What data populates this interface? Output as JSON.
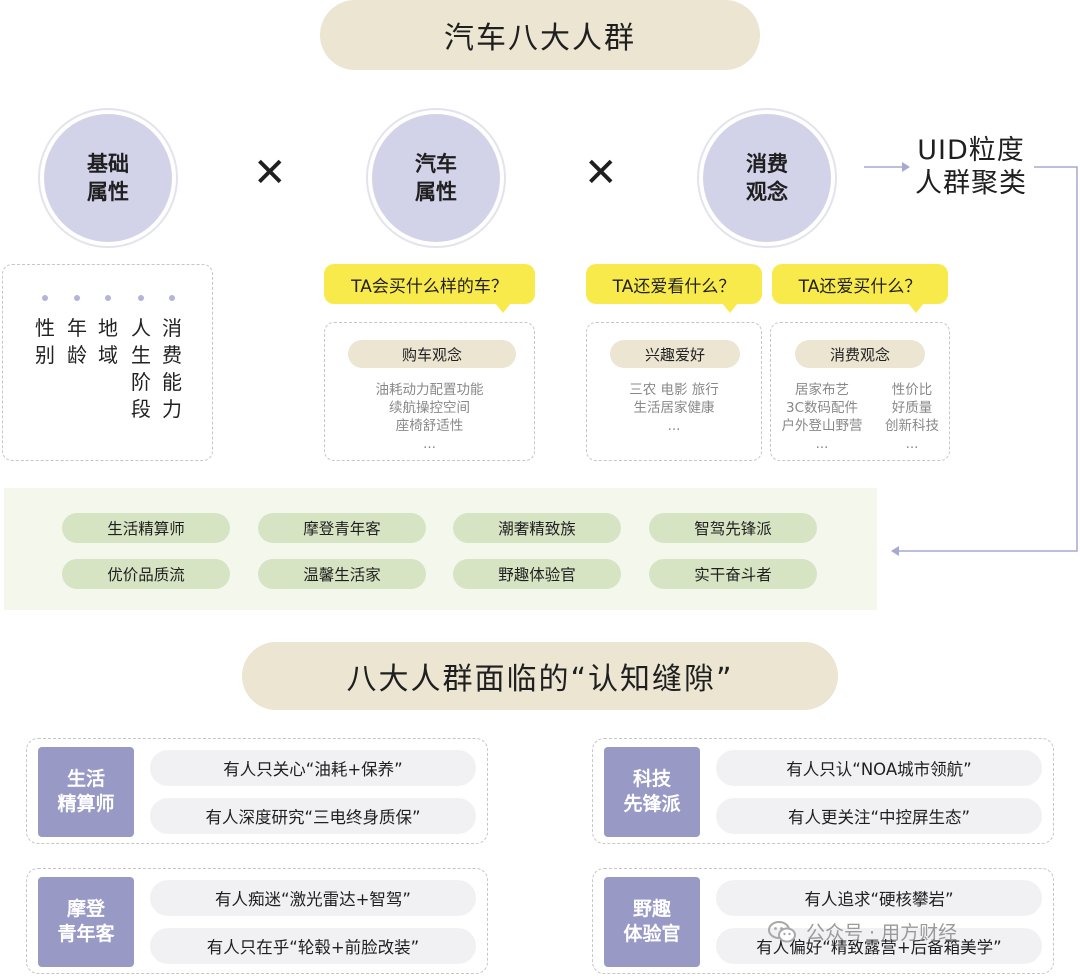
{
  "title": "汽车八大人群",
  "circles": [
    {
      "line1": "基础",
      "line2": "属性"
    },
    {
      "line1": "汽车",
      "line2": "属性"
    },
    {
      "line1": "消费",
      "line2": "观念"
    }
  ],
  "times_symbol": "✕",
  "uid": {
    "line1": "UID粒度",
    "line2": "人群聚类"
  },
  "basic_attrs": [
    {
      "text": "性别"
    },
    {
      "text": "年龄"
    },
    {
      "text": "地域"
    },
    {
      "text": "人生阶段"
    },
    {
      "text": "消费能力"
    }
  ],
  "questions": {
    "car": "TA会买什么样的车？",
    "watch": "TA还爱看什么？",
    "buy": "TA还爱买什么？"
  },
  "cards": {
    "car": {
      "title": "购车观念",
      "lines": [
        "油耗动力配置功能",
        "续航操控空间",
        "座椅舒适性",
        "..."
      ]
    },
    "interest": {
      "title": "兴趣爱好",
      "lines": [
        "三农  电影  旅行",
        "生活居家健康",
        "..."
      ]
    },
    "consume": {
      "title": "消费观念",
      "col1": [
        "居家布艺",
        "3C数码配件",
        "户外登山野营",
        "..."
      ],
      "col2": [
        "性价比",
        "好质量",
        "创新科技",
        "..."
      ]
    }
  },
  "groups_row1": [
    "生活精算师",
    "摩登青年客",
    "潮奢精致族",
    "智驾先锋派"
  ],
  "groups_row2": [
    "优价品质流",
    "温馨生活家",
    "野趣体验官",
    "实干奋斗者"
  ],
  "subtitle": "八大人群面临的“认知缝隙”",
  "gaps": [
    {
      "label_line1": "生活",
      "label_line2": "精算师",
      "items": [
        "有人只关心“油耗+保养”",
        "有人深度研究“三电终身质保”"
      ]
    },
    {
      "label_line1": "科技",
      "label_line2": "先锋派",
      "items": [
        "有人只认“NOA城市领航”",
        "有人更关注“中控屏生态”"
      ]
    },
    {
      "label_line1": "摩登",
      "label_line2": "青年客",
      "items": [
        "有人痴迷“激光雷达+智驾”",
        "有人只在乎“轮毂+前脸改装”"
      ]
    },
    {
      "label_line1": "野趣",
      "label_line2": "体验官",
      "items": [
        "有人追求“硬核攀岩”",
        "有人偏好“精致露营+后备箱美学”"
      ]
    }
  ],
  "watermark": "公众号 · 用方财经",
  "colors": {
    "banner": "#ebe5d2",
    "circle": "#d2d3e9",
    "bubble": "#f9ea4b",
    "green_pill": "#d7e4c3",
    "group_label": "#9899c5",
    "connector": "#a7a9d3"
  }
}
